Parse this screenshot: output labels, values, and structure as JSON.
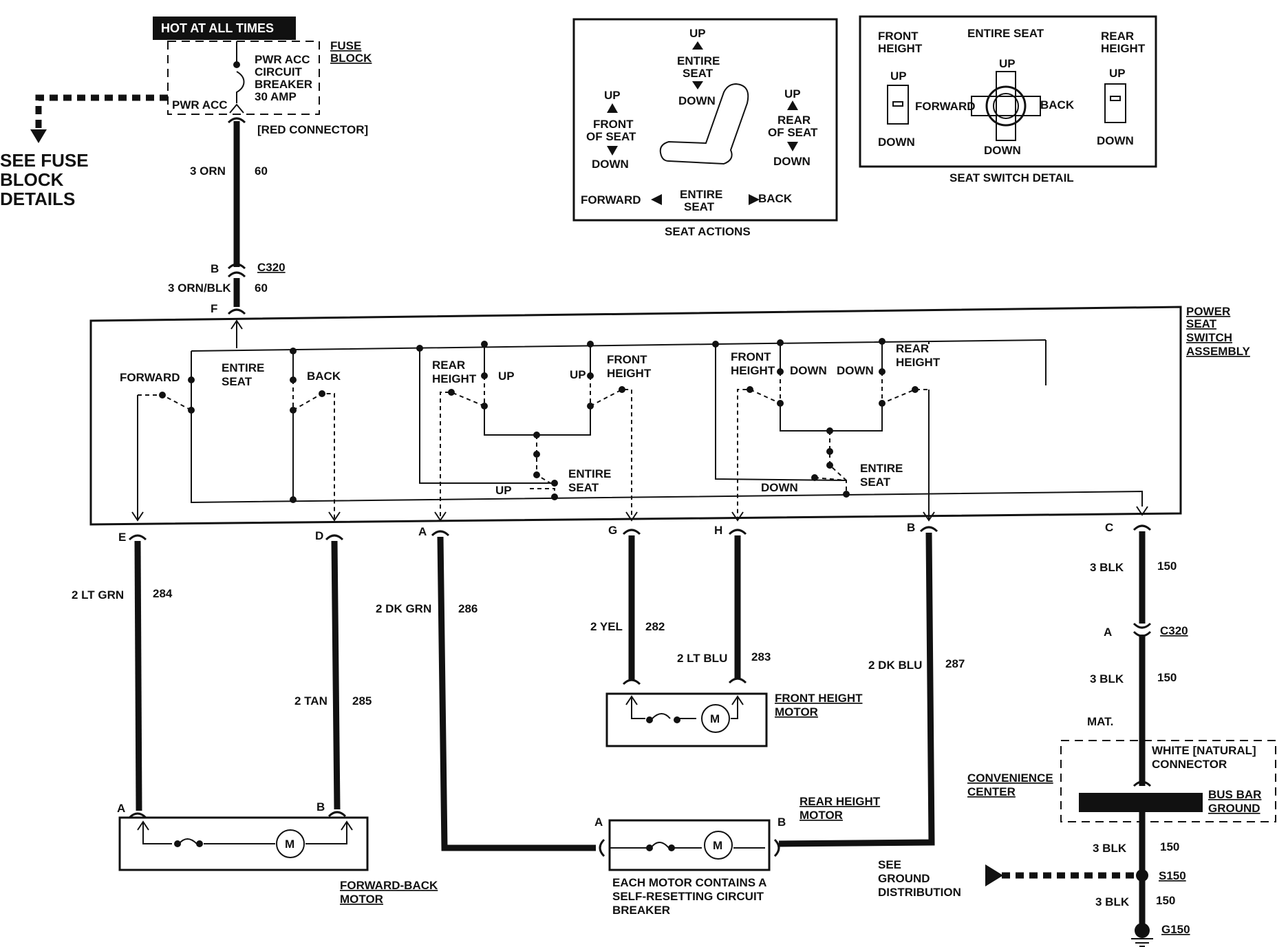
{
  "fuse": {
    "hot_label": "HOT AT ALL TIMES",
    "block_lines": [
      "PWR ACC",
      "CIRCUIT",
      "BREAKER",
      "30 AMP"
    ],
    "pwr_acc": "PWR ACC",
    "fuse_block": [
      "FUSE",
      "BLOCK"
    ],
    "red_connector": "[RED CONNECTOR]",
    "see_fuse": [
      "SEE FUSE",
      "BLOCK",
      "DETAILS"
    ]
  },
  "feed": {
    "w1_color": "3 ORN",
    "w1_num": "60",
    "conn_pin_b": "B",
    "conn_c320": "C320",
    "w2_color": "3 ORN/BLK",
    "w2_num": "60",
    "pin_f": "F"
  },
  "seat_actions": {
    "up": "UP",
    "entire_seat": [
      "ENTIRE",
      "SEAT"
    ],
    "down": "DOWN",
    "front_up": "UP",
    "front_label": [
      "FRONT",
      "OF SEAT"
    ],
    "front_down": "DOWN",
    "rear_up": "UP",
    "rear_label": [
      "REAR",
      "OF SEAT"
    ],
    "rear_down": "DOWN",
    "forward": "FORWARD",
    "entire_seat_bottom": [
      "ENTIRE",
      "SEAT"
    ],
    "back": "BACK",
    "caption": "SEAT ACTIONS"
  },
  "switch_detail": {
    "front_height": [
      "FRONT",
      "HEIGHT"
    ],
    "entire_seat": "ENTIRE SEAT",
    "rear_height": [
      "REAR",
      "HEIGHT"
    ],
    "left_up": "UP",
    "left_down": "DOWN",
    "center_up": "UP",
    "center_down": "DOWN",
    "forward": "FORWARD",
    "back": "BACK",
    "right_up": "UP",
    "right_down": "DOWN",
    "caption": "SEAT SWITCH DETAIL"
  },
  "assembly": {
    "title": [
      "POWER",
      "SEAT",
      "SWITCH",
      "ASSEMBLY"
    ],
    "forward": "FORWARD",
    "entire_seat": [
      "ENTIRE",
      "SEAT"
    ],
    "back": "BACK",
    "rear_height": [
      "REAR",
      "HEIGHT"
    ],
    "up1": "UP",
    "up2": "UP",
    "front_height": [
      "FRONT",
      "HEIGHT"
    ],
    "entire_seat2": [
      "ENTIRE",
      "SEAT"
    ],
    "up_low": "UP",
    "front_height2": [
      "FRONT",
      "HEIGHT"
    ],
    "down1": "DOWN",
    "down2": "DOWN",
    "rear_height2": [
      "REAR",
      "HEIGHT"
    ],
    "entire_seat3": [
      "ENTIRE",
      "SEAT"
    ],
    "down_low": "DOWN"
  },
  "pins": {
    "e": "E",
    "d": "D",
    "a": "A",
    "g": "G",
    "h": "H",
    "b": "B",
    "c": "C"
  },
  "wires": {
    "w284_color": "2 LT GRN",
    "w284_num": "284",
    "w285_color": "2 TAN",
    "w285_num": "285",
    "w286_color": "2 DK GRN",
    "w286_num": "286",
    "w282_color": "2 YEL",
    "w282_num": "282",
    "w283_color": "2 LT BLU",
    "w283_num": "283",
    "w287_color": "2 DK BLU",
    "w287_num": "287",
    "w150a_color": "3 BLK",
    "w150a_num": "150",
    "w150b_color": "3 BLK",
    "w150b_num": "150",
    "w150c_color": "3 BLK",
    "w150c_num": "150",
    "w150d_color": "3 BLK",
    "w150d_num": "150"
  },
  "ground": {
    "pin_a": "A",
    "c320": "C320",
    "mat": "MAT.",
    "white_connector": [
      "WHITE [NATURAL]",
      "CONNECTOR"
    ],
    "convenience": [
      "CONVENIENCE",
      "CENTER"
    ],
    "bus_bar": [
      "BUS BAR",
      "GROUND"
    ],
    "s150": "S150",
    "g150": "G150",
    "see_ground": [
      "SEE",
      "GROUND",
      "DISTRIBUTION"
    ]
  },
  "motors": {
    "fb_pin_a": "A",
    "fb_pin_b": "B",
    "fb_label": [
      "FORWARD-BACK",
      "MOTOR"
    ],
    "rh_pin_a": "A",
    "rh_pin_b": "B",
    "rh_label": [
      "REAR HEIGHT",
      "MOTOR"
    ],
    "fh_label": [
      "FRONT HEIGHT",
      "MOTOR"
    ],
    "motor_symbol": "M",
    "note": [
      "EACH MOTOR CONTAINS A",
      "SELF-RESETTING CIRCUIT",
      "BREAKER"
    ]
  }
}
